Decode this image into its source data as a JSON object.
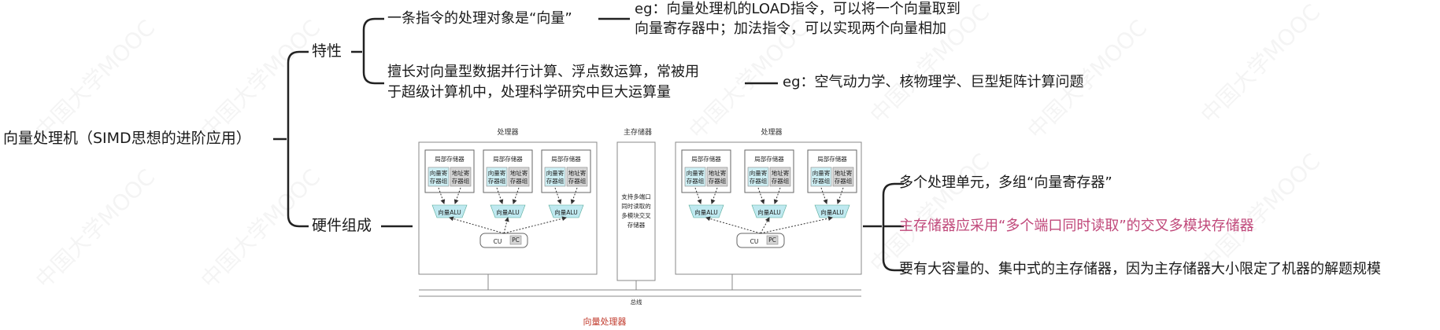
{
  "root": "向量处理机（SIMD思想的进阶应用）",
  "branch1": {
    "label": "特性",
    "item1": "一条指令的处理对象是“向量”",
    "item1_eg_line1": "eg：向量处理机的LOAD指令，可以将一个向量取到",
    "item1_eg_line2": "向量寄存器中；加法指令，可以实现两个向量相加",
    "item2_line1": "擅长对向量型数据并行计算、浮点数运算，常被用",
    "item2_line2": "于超级计算机中，处理科学研究中巨大运算量",
    "item2_eg": "eg：空气动力学、核物理学、巨型矩阵计算问题"
  },
  "branch2": {
    "label": "硬件组成",
    "item1": "多个处理单元，多组“向量寄存器”",
    "item2": "主存储器应采用“多个端口同时读取”的交叉多模块存储器",
    "item3": "要有大容量的、集中式的主存储器，因为主存储器大小限定了机器的解题规模"
  },
  "figure": {
    "processor_label": "处理器",
    "memory_label": "主存储器",
    "local_mem": "局部存储器",
    "vreg_line1": "向量寄",
    "vreg_line2": "存器组",
    "areg_line1": "地址寄",
    "areg_line2": "存器组",
    "alu": "向量ALU",
    "cu": "CU",
    "pc": "PC",
    "memory_desc_1": "支持多端口",
    "memory_desc_2": "同时读取的",
    "memory_desc_3": "多模块交叉",
    "memory_desc_4": "存储器",
    "bus": "总线",
    "caption": "向量处理器"
  },
  "watermark": "中国大学MOOC",
  "colors": {
    "pink": "#c0487a",
    "vreg_fill": "#cdeef3",
    "areg_fill": "#d4d4d4",
    "alu_fill": "#bfe9f0"
  }
}
